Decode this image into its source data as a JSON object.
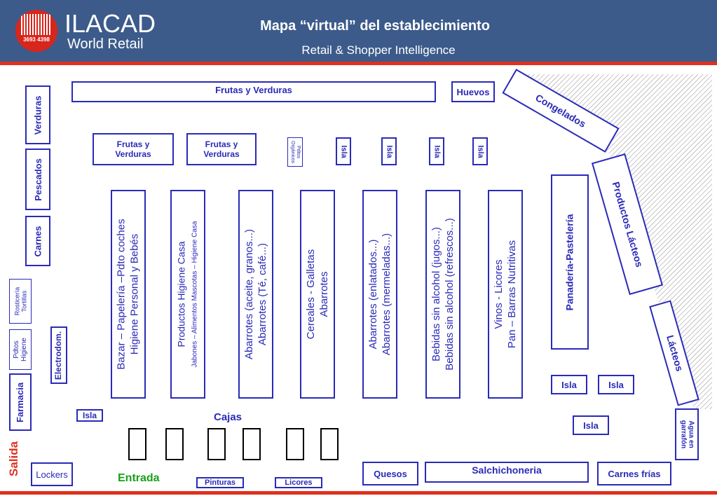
{
  "header": {
    "logo_number": "3693 4398",
    "brand_name": "ILACAD",
    "brand_sub": "World Retail",
    "title": "Mapa “virtual” del establecimiento",
    "subtitle": "Retail & Shopper Intelligence"
  },
  "colors": {
    "header_bg": "#3c5b8b",
    "accent_red": "#e0301e",
    "map_blue": "#2a2ab8",
    "entrada_green": "#18a018"
  },
  "map": {
    "frutas_verduras_top": "Frutas y Verduras",
    "huevos": "Huevos",
    "congelados": "Congelados",
    "verduras": "Verduras",
    "pescados": "Pescados",
    "carnes": "Carnes",
    "rosticeria": "Rosticería Tortillas",
    "pdtos_higiene": "Pdtos Higiene",
    "farmacia": "Farmacia",
    "electrodom": "Electrodom.",
    "salida": "Salida",
    "lockers": "Lockers",
    "entrada": "Entrada",
    "cajas": "Cajas",
    "pinturas": "Pinturas",
    "licores": "Licores",
    "quesos": "Quesos",
    "salchichoneria": "Salchichoneria",
    "carnes_frias": "Carnes frías",
    "agua_garrafon": "Agua en garrafón",
    "productos_lacteos": "Productos Lácteos",
    "lacteos": "Lácteos",
    "panaderia": "Panadería-Pastelería",
    "fv_isla_1": "Frutas y Verduras",
    "fv_isla_2": "Frutas y Verduras",
    "pdtos_organicos": "Pdtos Orgánicos",
    "isla": "Isla",
    "aisles": [
      {
        "line1": "Bazar – Papelería –Pdto coches",
        "line2": "Higiene Personal y Bebés"
      },
      {
        "line1": "Productos Higiene Casa",
        "line2": "Jabones – Alimentos Mascotas – Higiene Casa"
      },
      {
        "line1": "Abarrotes (aceite, granos...)",
        "line2": "Abarrotes (Té, café...)"
      },
      {
        "line1": "Cereales - Galletas",
        "line2": "Abarrotes"
      },
      {
        "line1": "Abarrotes (enlatados...)",
        "line2": "Abarrotes (mermeladas...)"
      },
      {
        "line1": "Bebidas sin alcohol (jugos...)",
        "line2": "Bebidas sin alcohol (refrescos...)"
      },
      {
        "line1": "Vinos - Licores",
        "line2": "Pan – Barras Nutritivas"
      }
    ]
  }
}
